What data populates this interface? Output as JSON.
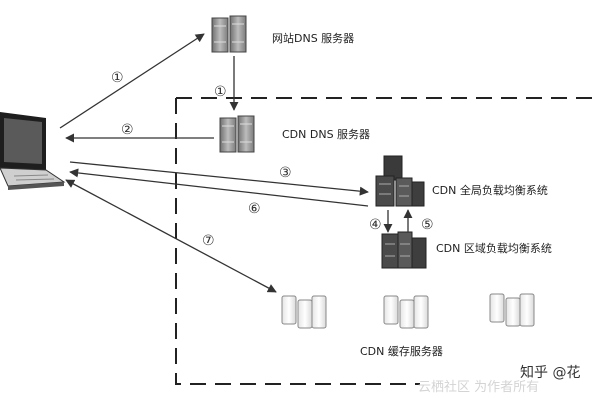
{
  "nodes": {
    "site_dns": "网站DNS 服务器",
    "cdn_dns": "CDN DNS 服务器",
    "global_lb": "CDN  全局负载均衡系统",
    "regional_lb": "CDN  区域负载均衡系统",
    "cache_servers": "CDN  缓存服务器"
  },
  "steps": [
    "①",
    "①",
    "②",
    "③",
    "④",
    "⑤",
    "⑥",
    "⑦"
  ],
  "watermark": {
    "main": "知乎 @花",
    "faint": "云栖社区 为作者所有"
  }
}
